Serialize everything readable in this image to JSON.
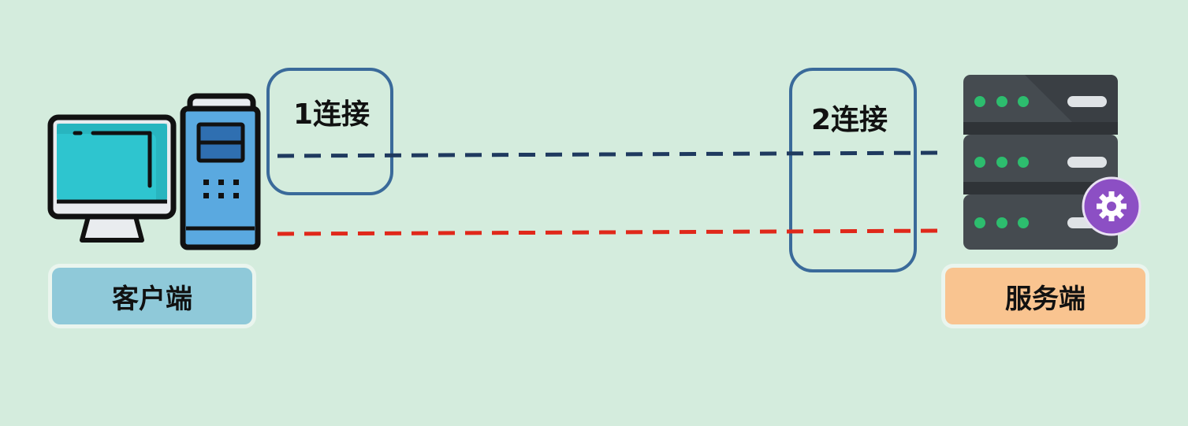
{
  "client": {
    "label": "客户端",
    "icon": "desktop-computer-icon"
  },
  "server": {
    "label": "服务端",
    "icon": "server-rack-icon"
  },
  "connections": [
    {
      "label": "1连接",
      "color": "#1f3a5f"
    },
    {
      "label": "2连接",
      "color": "#e0281a"
    }
  ],
  "colors": {
    "background": "#d4ecdd",
    "client_label_bg": "#8fc9d9",
    "server_label_bg": "#f9c490",
    "connection_box_border": "#3a6a9a",
    "gear_badge": "#8c4fc4"
  }
}
